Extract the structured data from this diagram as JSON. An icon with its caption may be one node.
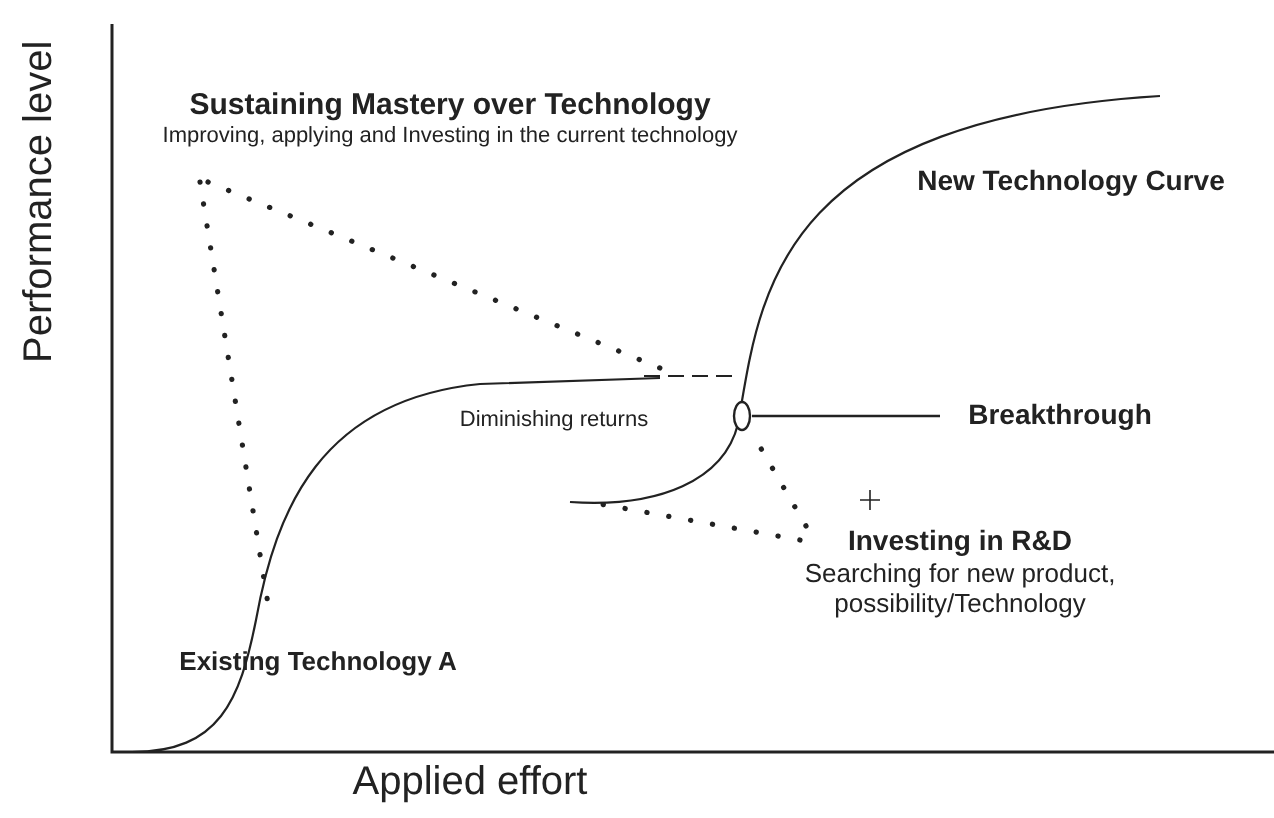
{
  "diagram": {
    "nodes": [
      {
        "text": [
          "Sustaining Mastery over Technology",
          "Improving, applying and Investing in the current technology"
        ]
      },
      {
        "text": [
          "Breakthrough"
        ]
      },
      {
        "text": [],
        "shape": "circle"
      },
      {
        "text": [
          "Investing in R&D",
          "Searching for new product, possibility/Technology"
        ]
      }
    ],
    "edges": [
      {
        "from": 0,
        "to": null,
        "arrow": "none",
        "style": "dashed"
      },
      {
        "from": 0,
        "to": null,
        "arrow": "none",
        "style": "dashed"
      },
      {
        "from": 1,
        "to": 2,
        "arrow": "none"
      },
      {
        "from": 3,
        "to": 2,
        "arrow": "none",
        "style": "dashed"
      },
      {
        "from": 3,
        "to": null,
        "arrow": "none",
        "style": "dashed"
      }
    ],
    "labels": [
      "Performance level",
      "New Technology Curve",
      "Diminishing returns",
      "Existing Technology A",
      "Applied effort"
    ]
  }
}
